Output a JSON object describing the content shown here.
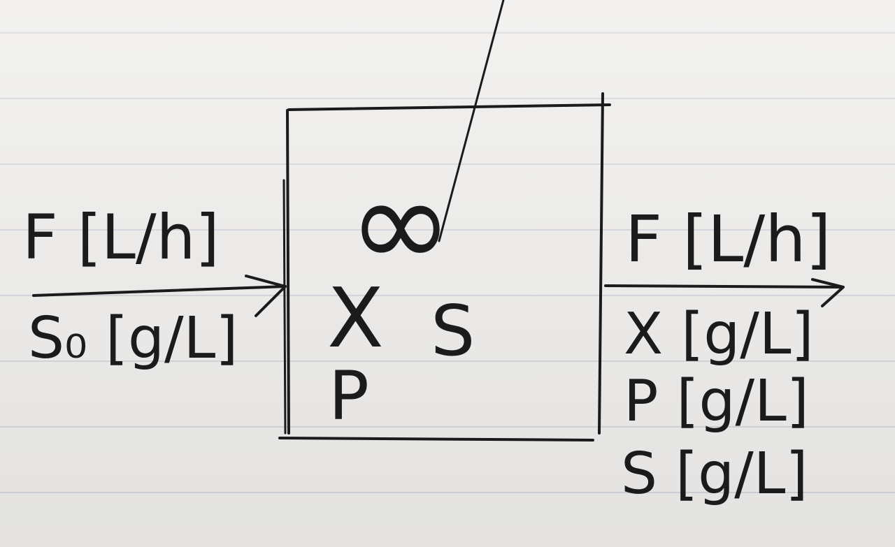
{
  "diagram": {
    "inlet": {
      "flow_label": "F [L/h]",
      "substrate_label": "S₀ [g/L]"
    },
    "reactor": {
      "symbol": "∞",
      "biomass_label": "X",
      "substrate_label": "S",
      "product_label": "P"
    },
    "outlet": {
      "flow_label": "F [L/h]",
      "biomass_label": "X [g/L]",
      "product_label": "P [g/L]",
      "substrate_label": "S [g/L]"
    },
    "colors": {
      "ink": "#1b1b1b",
      "paper": "#ebeae8",
      "rule_lines": "#cfd0d6"
    }
  }
}
